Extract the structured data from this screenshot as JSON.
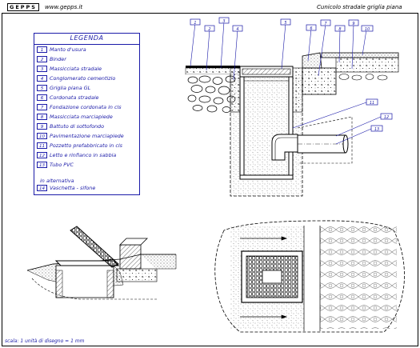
{
  "header": {
    "brand": "GEPPS",
    "website": "www.gepps.it",
    "title": "Cunicolo stradale griglia piana"
  },
  "legend": {
    "title": "LEGENDA",
    "items": [
      {
        "num": "1",
        "label": "Manto d'usura"
      },
      {
        "num": "2",
        "label": "Binder"
      },
      {
        "num": "3",
        "label": "Massicciata stradale"
      },
      {
        "num": "4",
        "label": "Conglomerato cementizio"
      },
      {
        "num": "5",
        "label": "Griglia piana GL"
      },
      {
        "num": "6",
        "label": "Cordonata stradale"
      },
      {
        "num": "7",
        "label": "Fondazione cordonata in cls"
      },
      {
        "num": "8",
        "label": "Massicciata marciapiede"
      },
      {
        "num": "9",
        "label": "Battuto di sottofondo"
      },
      {
        "num": "10",
        "label": "Pavimentazione marciapiede"
      },
      {
        "num": "11",
        "label": "Pozzetto prefabbricato in cls"
      },
      {
        "num": "12",
        "label": "Letto e rinfianco in sabbia"
      },
      {
        "num": "13",
        "label": "Tubo PVC"
      },
      {
        "num": "14",
        "label": "Vaschetta - sifone"
      }
    ],
    "alt_note": "in alternativa"
  },
  "scale_note": "scala: 1 unità di disegno = 1 mm",
  "callouts": [
    "1",
    "2",
    "3",
    "4",
    "5",
    "6",
    "7",
    "8",
    "9",
    "10",
    "11",
    "12",
    "13"
  ],
  "colors": {
    "ink": "#000000",
    "blue": "#1a1aa8",
    "background": "#ffffff"
  }
}
